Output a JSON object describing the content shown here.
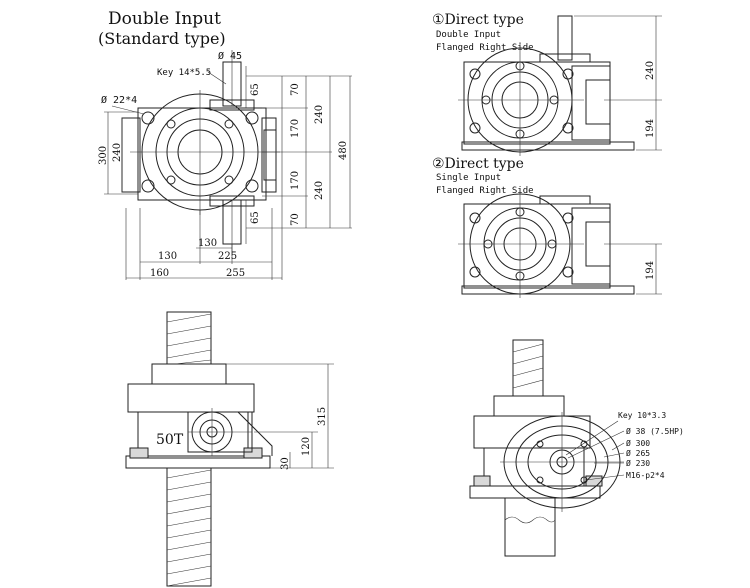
{
  "top_left": {
    "title": "Double Input",
    "subtitle": "(Standard type)",
    "key_label": "Key 14*5.5",
    "shaft_dia": "Ø 45",
    "bolt_holes": "Ø 22*4",
    "dims": {
      "d65_top": "65",
      "d70_top": "70",
      "d170_top": "170",
      "d240_top": "240",
      "d480": "480",
      "d170_bot": "170",
      "d240_bot": "240",
      "d65_bot": "65",
      "d70_bot": "70",
      "d300": "300",
      "d240_left": "240",
      "d130_a": "130",
      "d130_b": "130",
      "d225": "225",
      "d160": "160",
      "d255": "255"
    }
  },
  "top_right": {
    "type1_title": "①Direct type",
    "type1_line1": "Double Input",
    "type1_line2": "Flanged Right Side",
    "type1_d240": "240",
    "type1_d194": "194",
    "type2_title": "②Direct type",
    "type2_line1": "Single Input",
    "type2_line2": "Flanged Right Side",
    "type2_d194": "194"
  },
  "bottom_left": {
    "gear_label": "50T",
    "d315": "315",
    "d120": "120",
    "d30": "30"
  },
  "bottom_right": {
    "key_label": "Key 10*3.3",
    "shaft": "Ø 38 (7.5HP)",
    "d300": "Ø 300",
    "d265": "Ø 265",
    "d230": "Ø 230",
    "bolts": "M16-p2*4"
  }
}
